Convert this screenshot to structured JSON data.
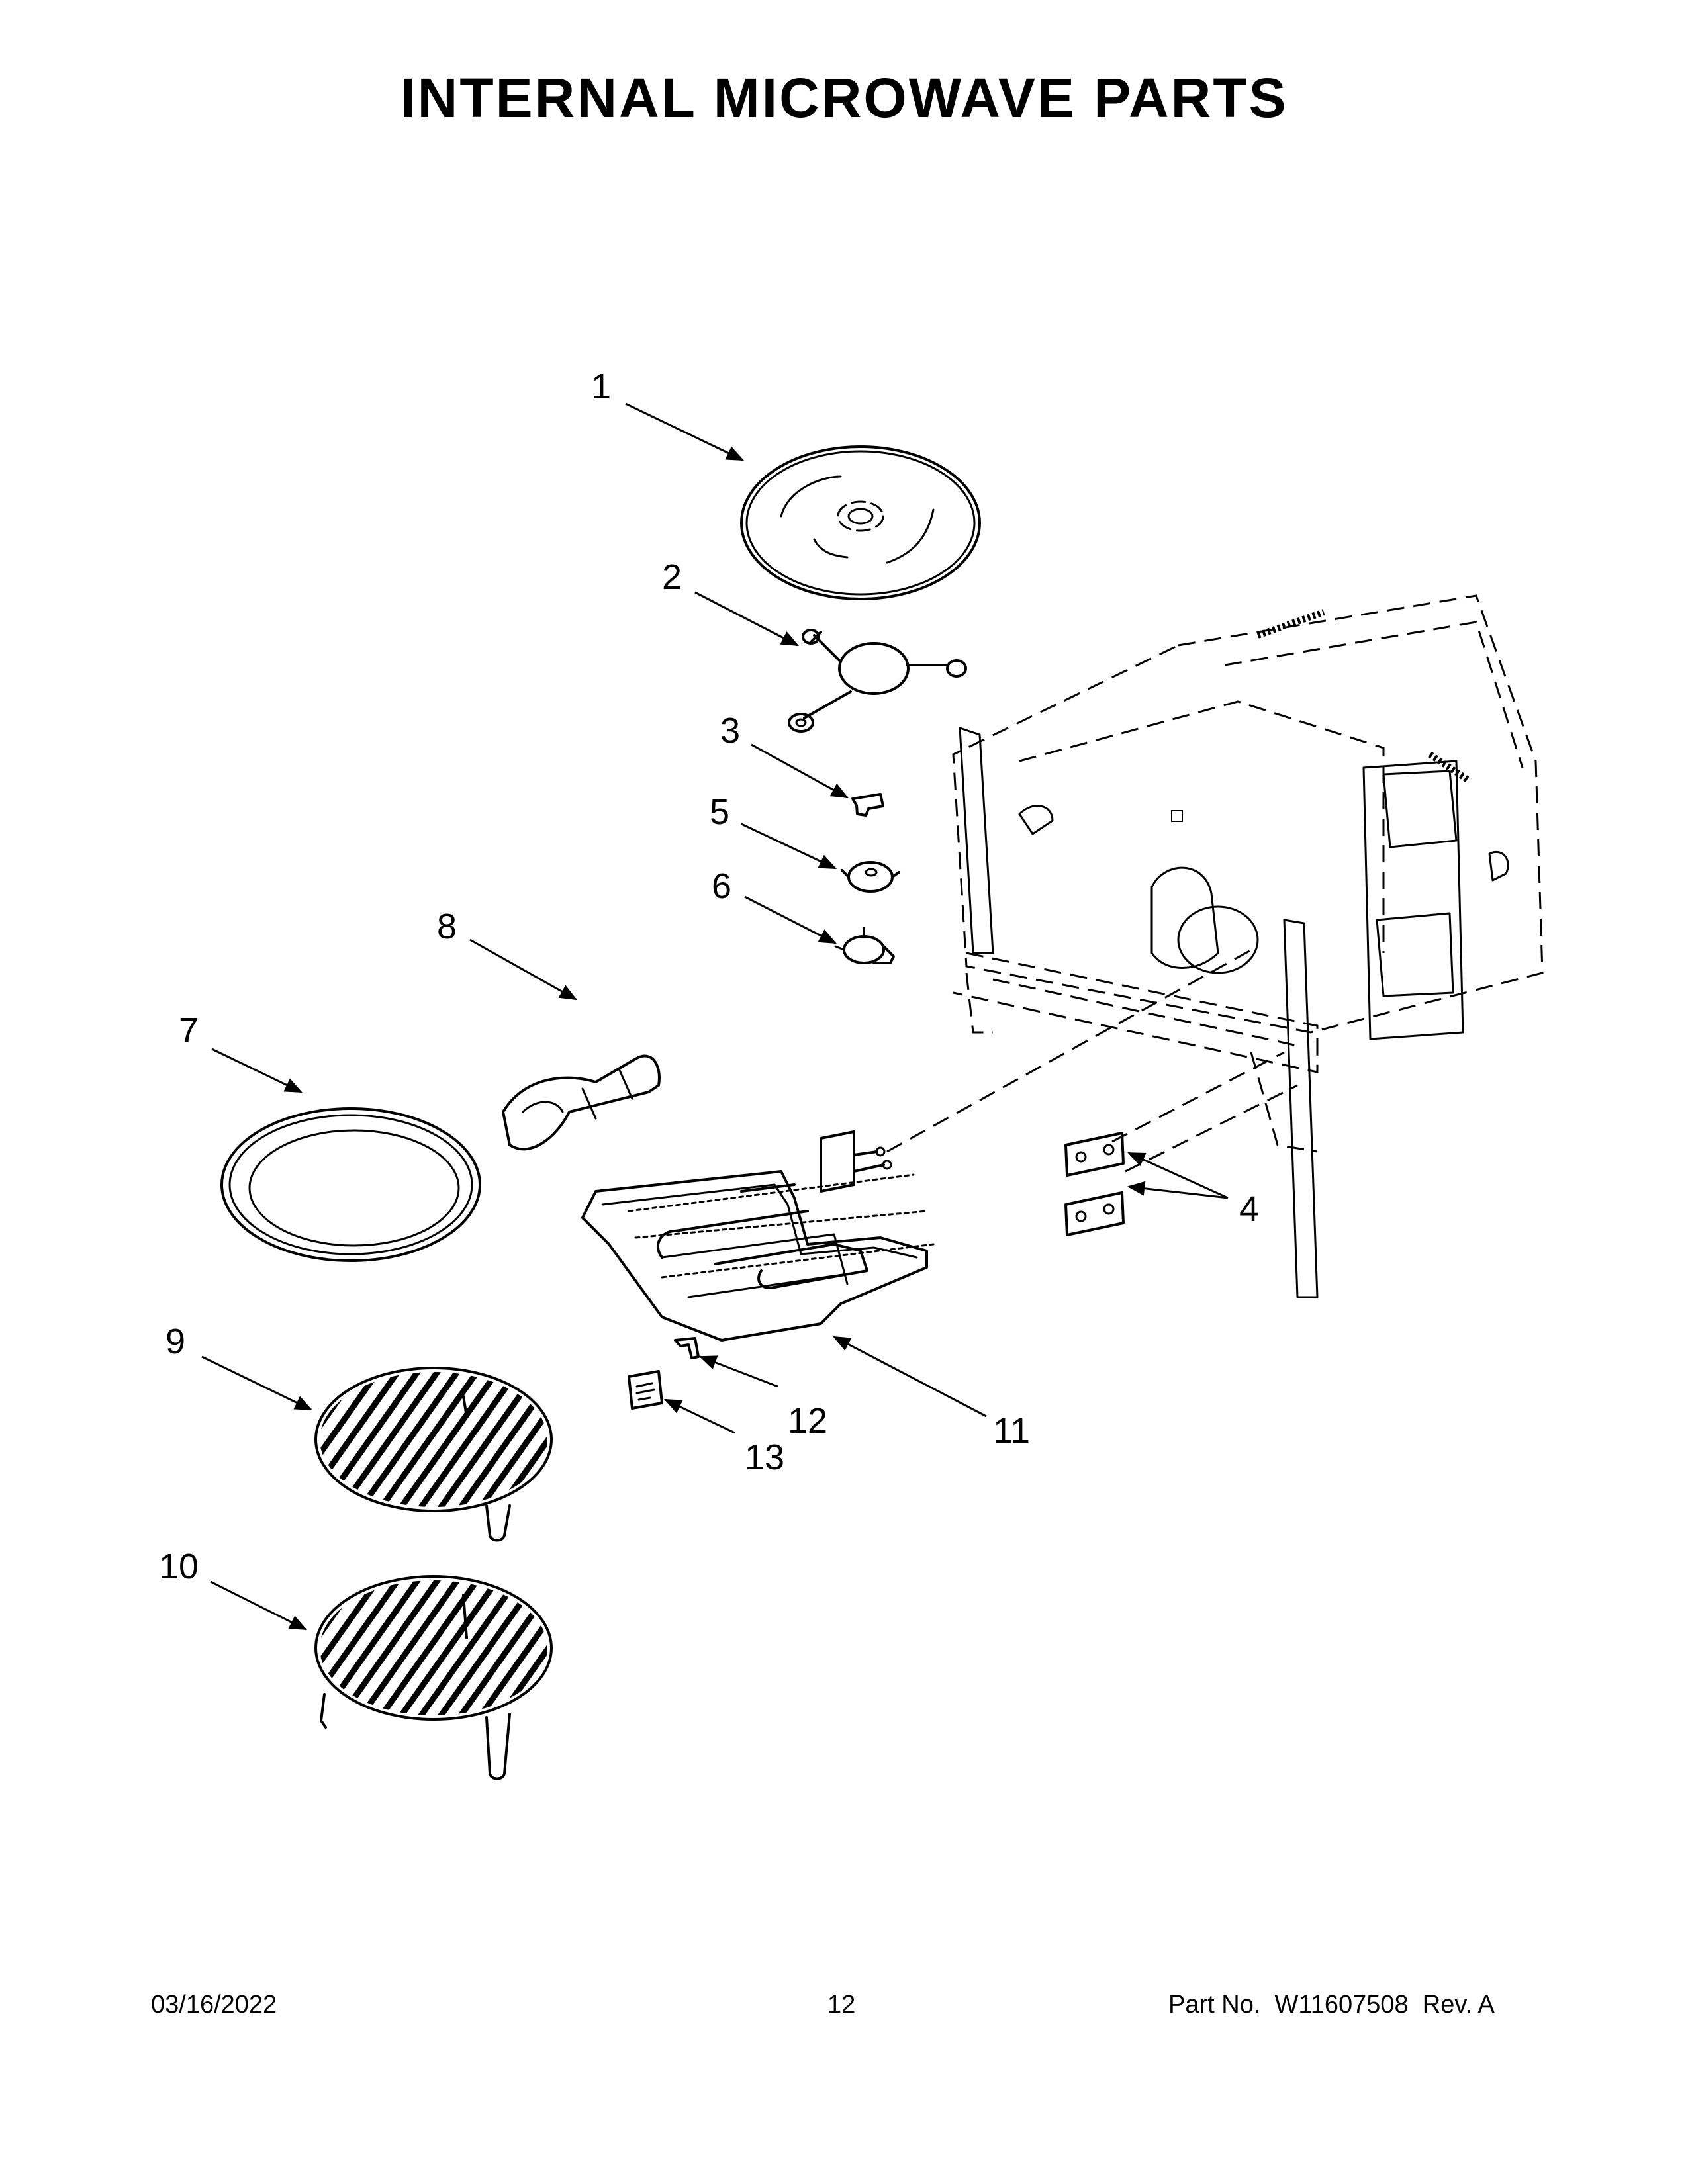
{
  "title": "INTERNAL MICROWAVE PARTS",
  "callouts": [
    "1",
    "2",
    "3",
    "4",
    "5",
    "6",
    "7",
    "8",
    "9",
    "10",
    "11",
    "12",
    "13"
  ],
  "footer": {
    "date": "03/16/2022",
    "page": "12",
    "part_label": "Part No.",
    "part_number": "W11607508",
    "rev": "Rev. A"
  }
}
